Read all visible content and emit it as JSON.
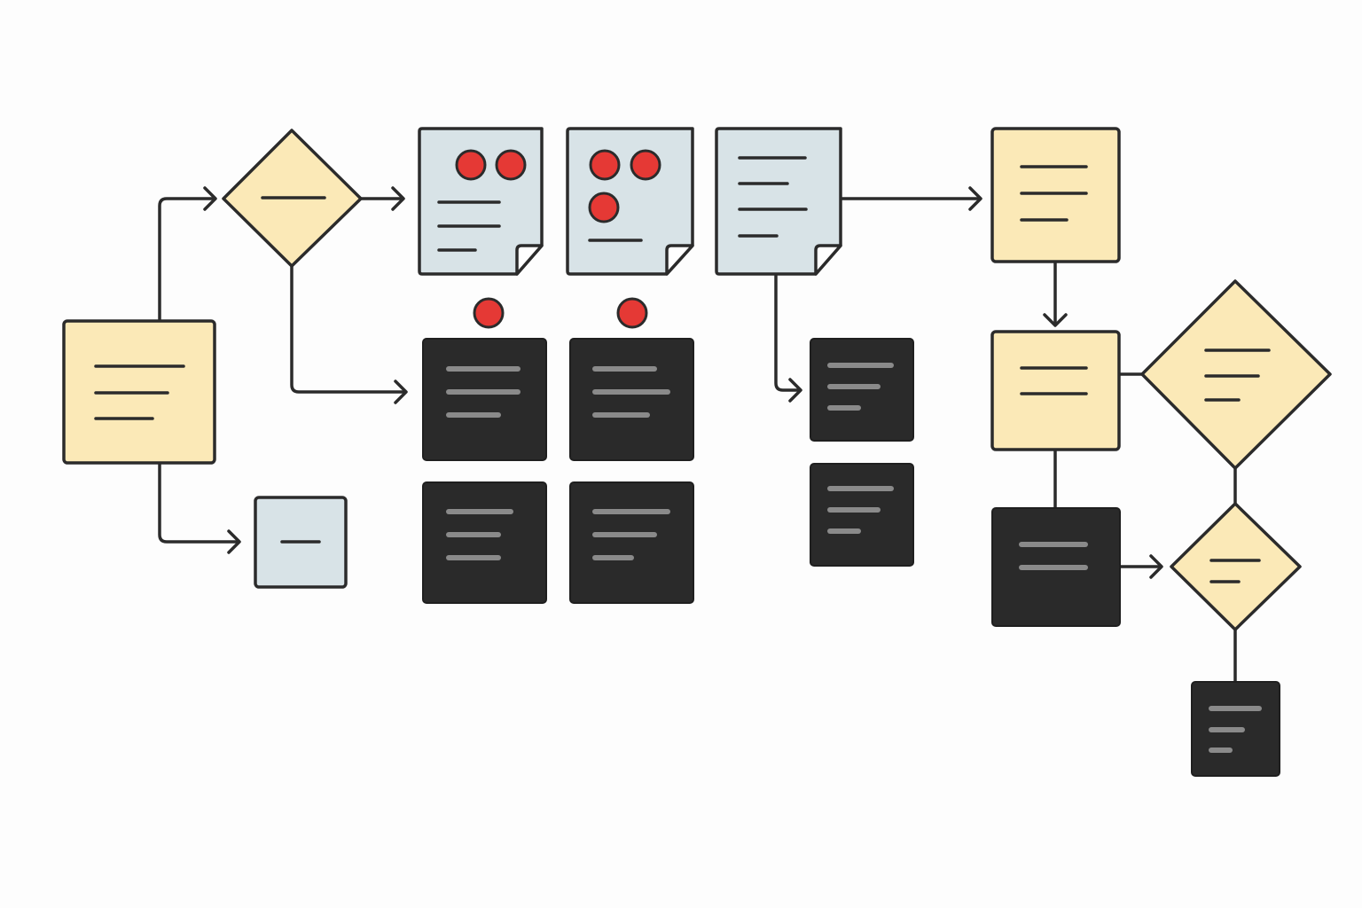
{
  "colors": {
    "background": "#fdfdfd",
    "process": "#fbe9b7",
    "document": "#d8e3e7",
    "card": "#2a2a2a",
    "card_line": "#8a8a8a",
    "stroke": "#2b2b2b",
    "badge": "#e53935"
  },
  "nodes": [
    {
      "name": "start-process-box",
      "kind": "process"
    },
    {
      "name": "first-decision-diamond",
      "kind": "decision"
    },
    {
      "name": "small-document-box",
      "kind": "document"
    },
    {
      "name": "document-page-1",
      "kind": "document",
      "badges": 2
    },
    {
      "name": "document-page-2",
      "kind": "document",
      "badges": 3
    },
    {
      "name": "document-page-3",
      "kind": "document",
      "badges": 0
    },
    {
      "name": "dark-card-1",
      "kind": "card",
      "badges": 1
    },
    {
      "name": "dark-card-2",
      "kind": "card",
      "badges": 1
    },
    {
      "name": "dark-card-3",
      "kind": "card"
    },
    {
      "name": "dark-card-4",
      "kind": "card"
    },
    {
      "name": "dark-card-5",
      "kind": "card"
    },
    {
      "name": "dark-card-6",
      "kind": "card"
    },
    {
      "name": "process-box-top-right",
      "kind": "process"
    },
    {
      "name": "process-box-middle-right",
      "kind": "process"
    },
    {
      "name": "large-decision-diamond",
      "kind": "decision"
    },
    {
      "name": "dark-card-7",
      "kind": "card"
    },
    {
      "name": "small-decision-diamond",
      "kind": "decision"
    },
    {
      "name": "dark-card-8",
      "kind": "card"
    }
  ],
  "icons": {
    "arrowhead": "chevron-arrow-icon",
    "page_fold": "folded-corner-icon",
    "badge": "red-dot-icon"
  }
}
